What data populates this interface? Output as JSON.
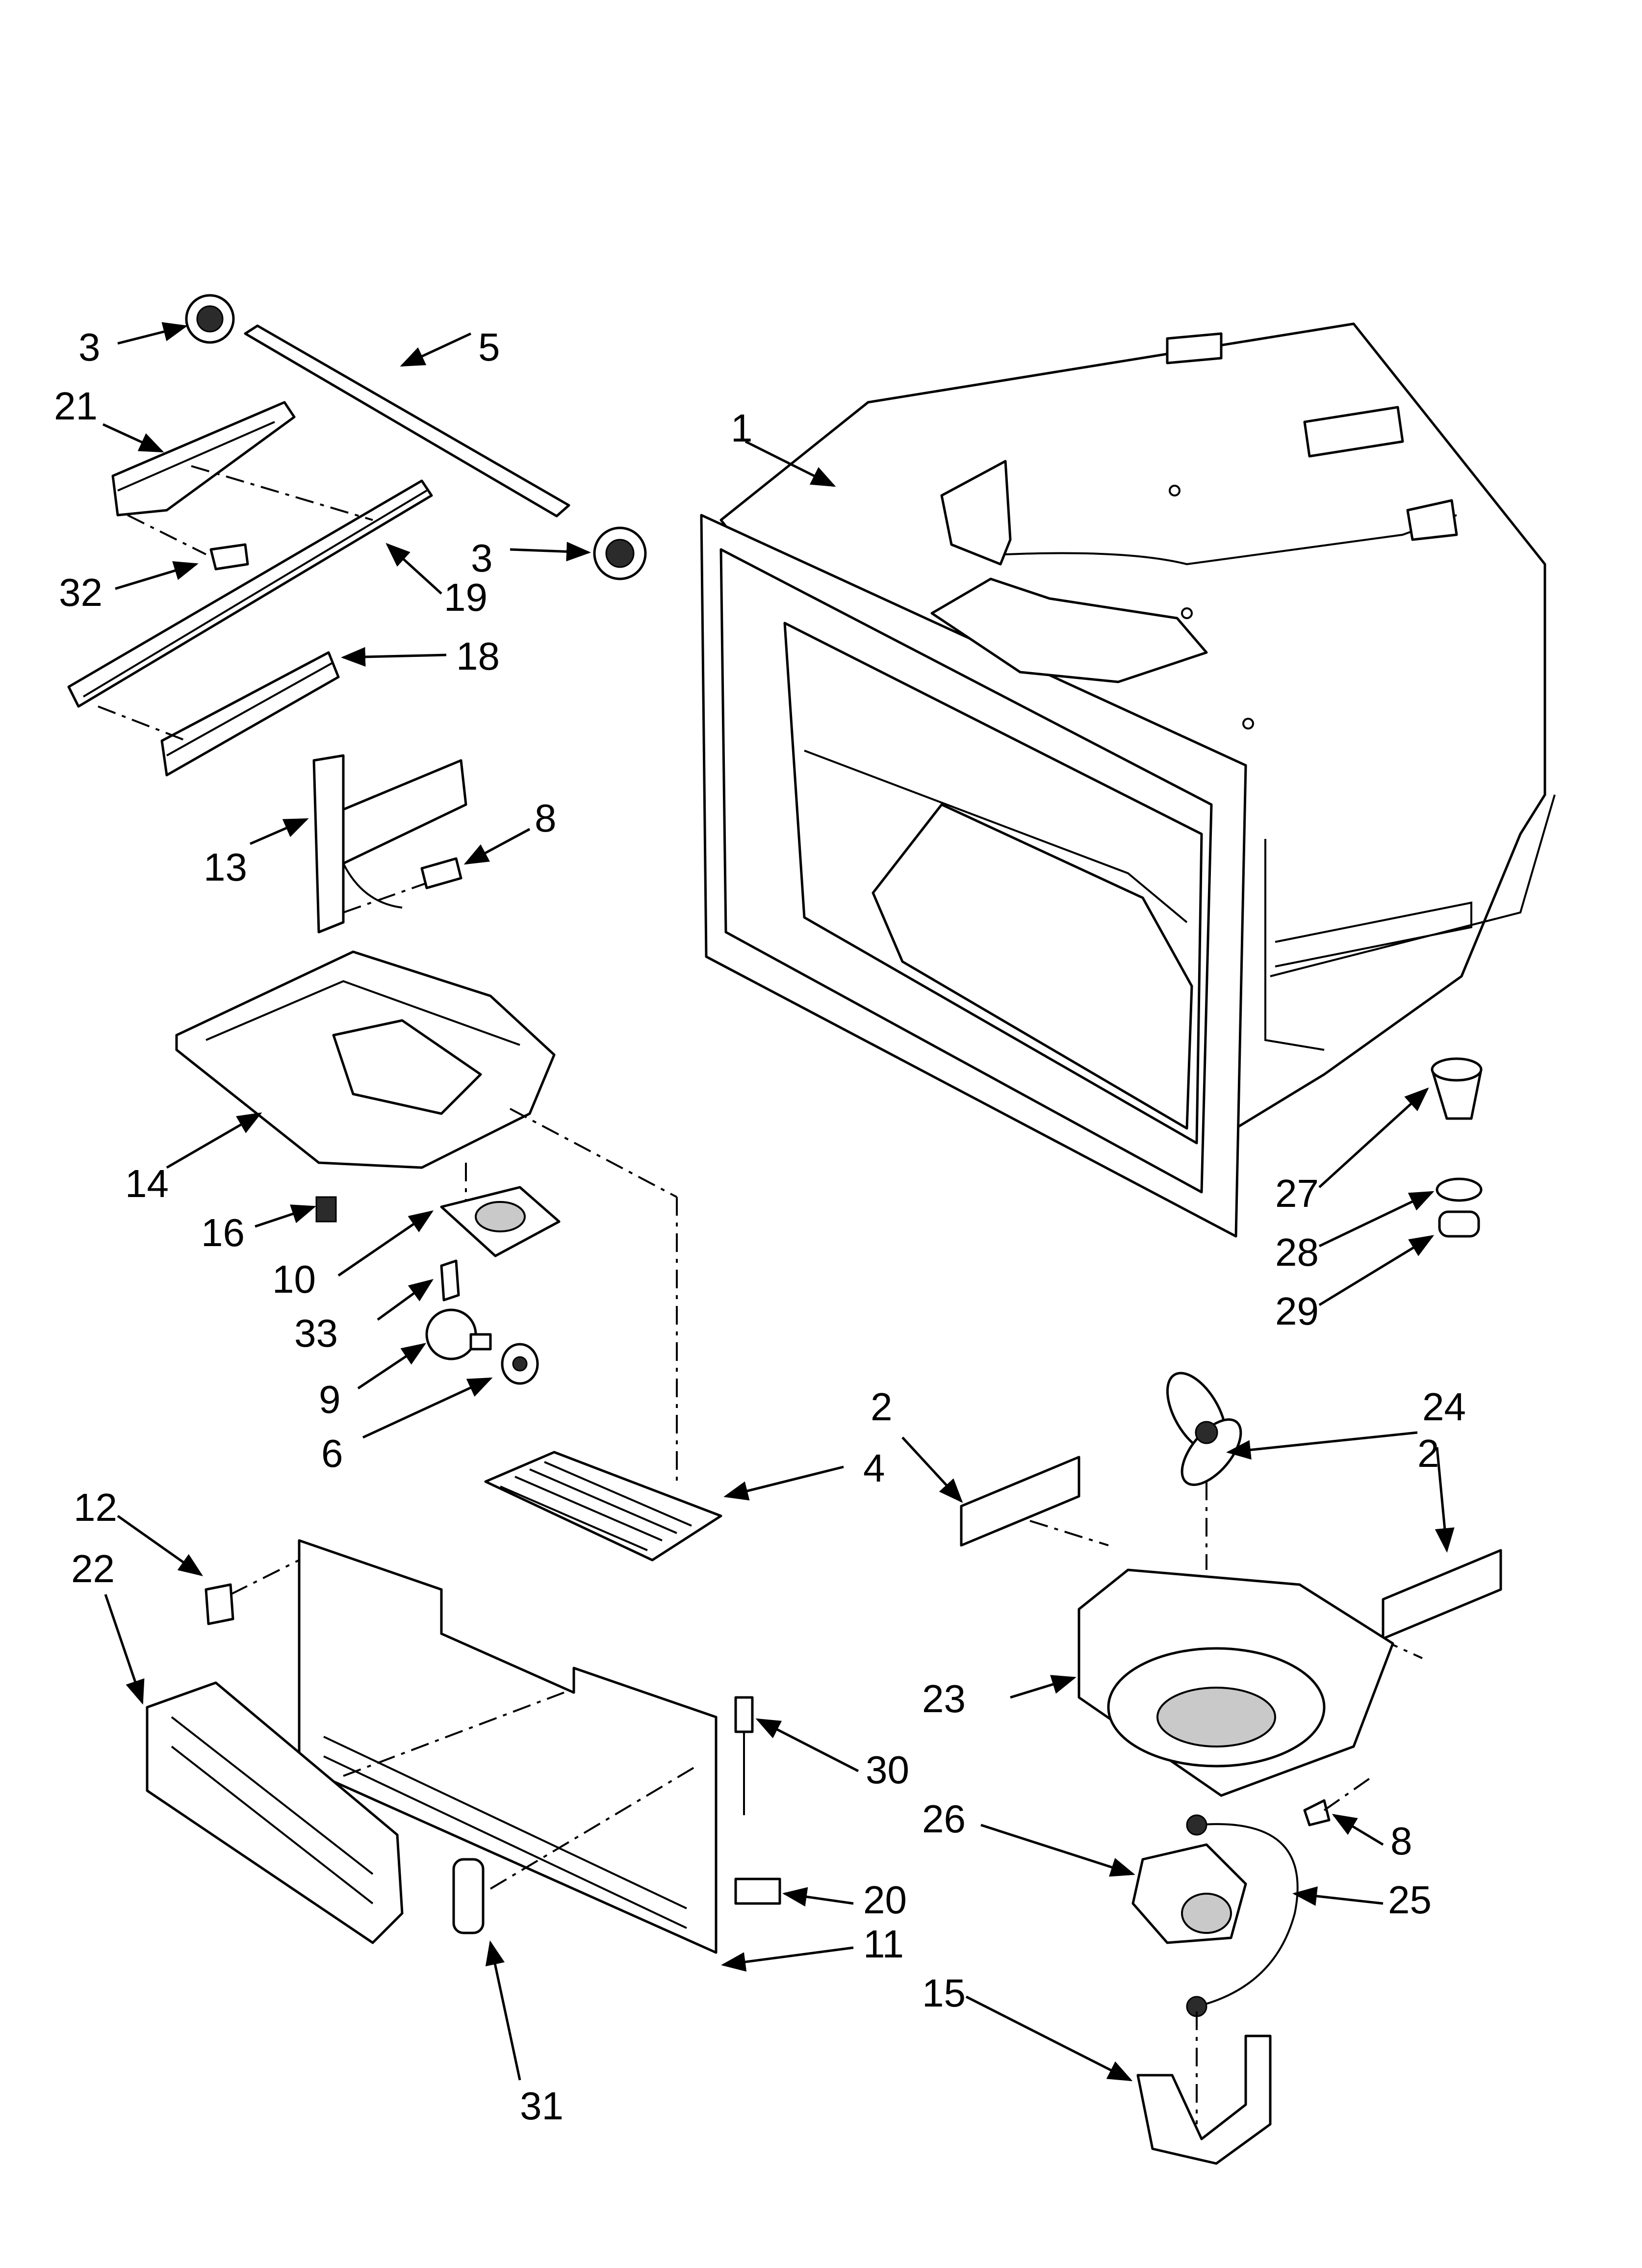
{
  "diagram": {
    "callouts": [
      {
        "id": "c-1",
        "label": "1"
      },
      {
        "id": "c-2a",
        "label": "2"
      },
      {
        "id": "c-2b",
        "label": "2"
      },
      {
        "id": "c-3a",
        "label": "3"
      },
      {
        "id": "c-3b",
        "label": "3"
      },
      {
        "id": "c-4",
        "label": "4"
      },
      {
        "id": "c-5",
        "label": "5"
      },
      {
        "id": "c-6",
        "label": "6"
      },
      {
        "id": "c-8a",
        "label": "8"
      },
      {
        "id": "c-8b",
        "label": "8"
      },
      {
        "id": "c-9",
        "label": "9"
      },
      {
        "id": "c-10",
        "label": "10"
      },
      {
        "id": "c-11",
        "label": "11"
      },
      {
        "id": "c-12",
        "label": "12"
      },
      {
        "id": "c-13",
        "label": "13"
      },
      {
        "id": "c-14",
        "label": "14"
      },
      {
        "id": "c-15",
        "label": "15"
      },
      {
        "id": "c-16",
        "label": "16"
      },
      {
        "id": "c-18",
        "label": "18"
      },
      {
        "id": "c-19",
        "label": "19"
      },
      {
        "id": "c-20",
        "label": "20"
      },
      {
        "id": "c-21",
        "label": "21"
      },
      {
        "id": "c-22",
        "label": "22"
      },
      {
        "id": "c-23",
        "label": "23"
      },
      {
        "id": "c-24",
        "label": "24"
      },
      {
        "id": "c-25",
        "label": "25"
      },
      {
        "id": "c-26",
        "label": "26"
      },
      {
        "id": "c-27",
        "label": "27"
      },
      {
        "id": "c-28",
        "label": "28"
      },
      {
        "id": "c-29",
        "label": "29"
      },
      {
        "id": "c-30",
        "label": "30"
      },
      {
        "id": "c-31",
        "label": "31"
      },
      {
        "id": "c-32",
        "label": "32"
      },
      {
        "id": "c-33",
        "label": "33"
      }
    ]
  }
}
